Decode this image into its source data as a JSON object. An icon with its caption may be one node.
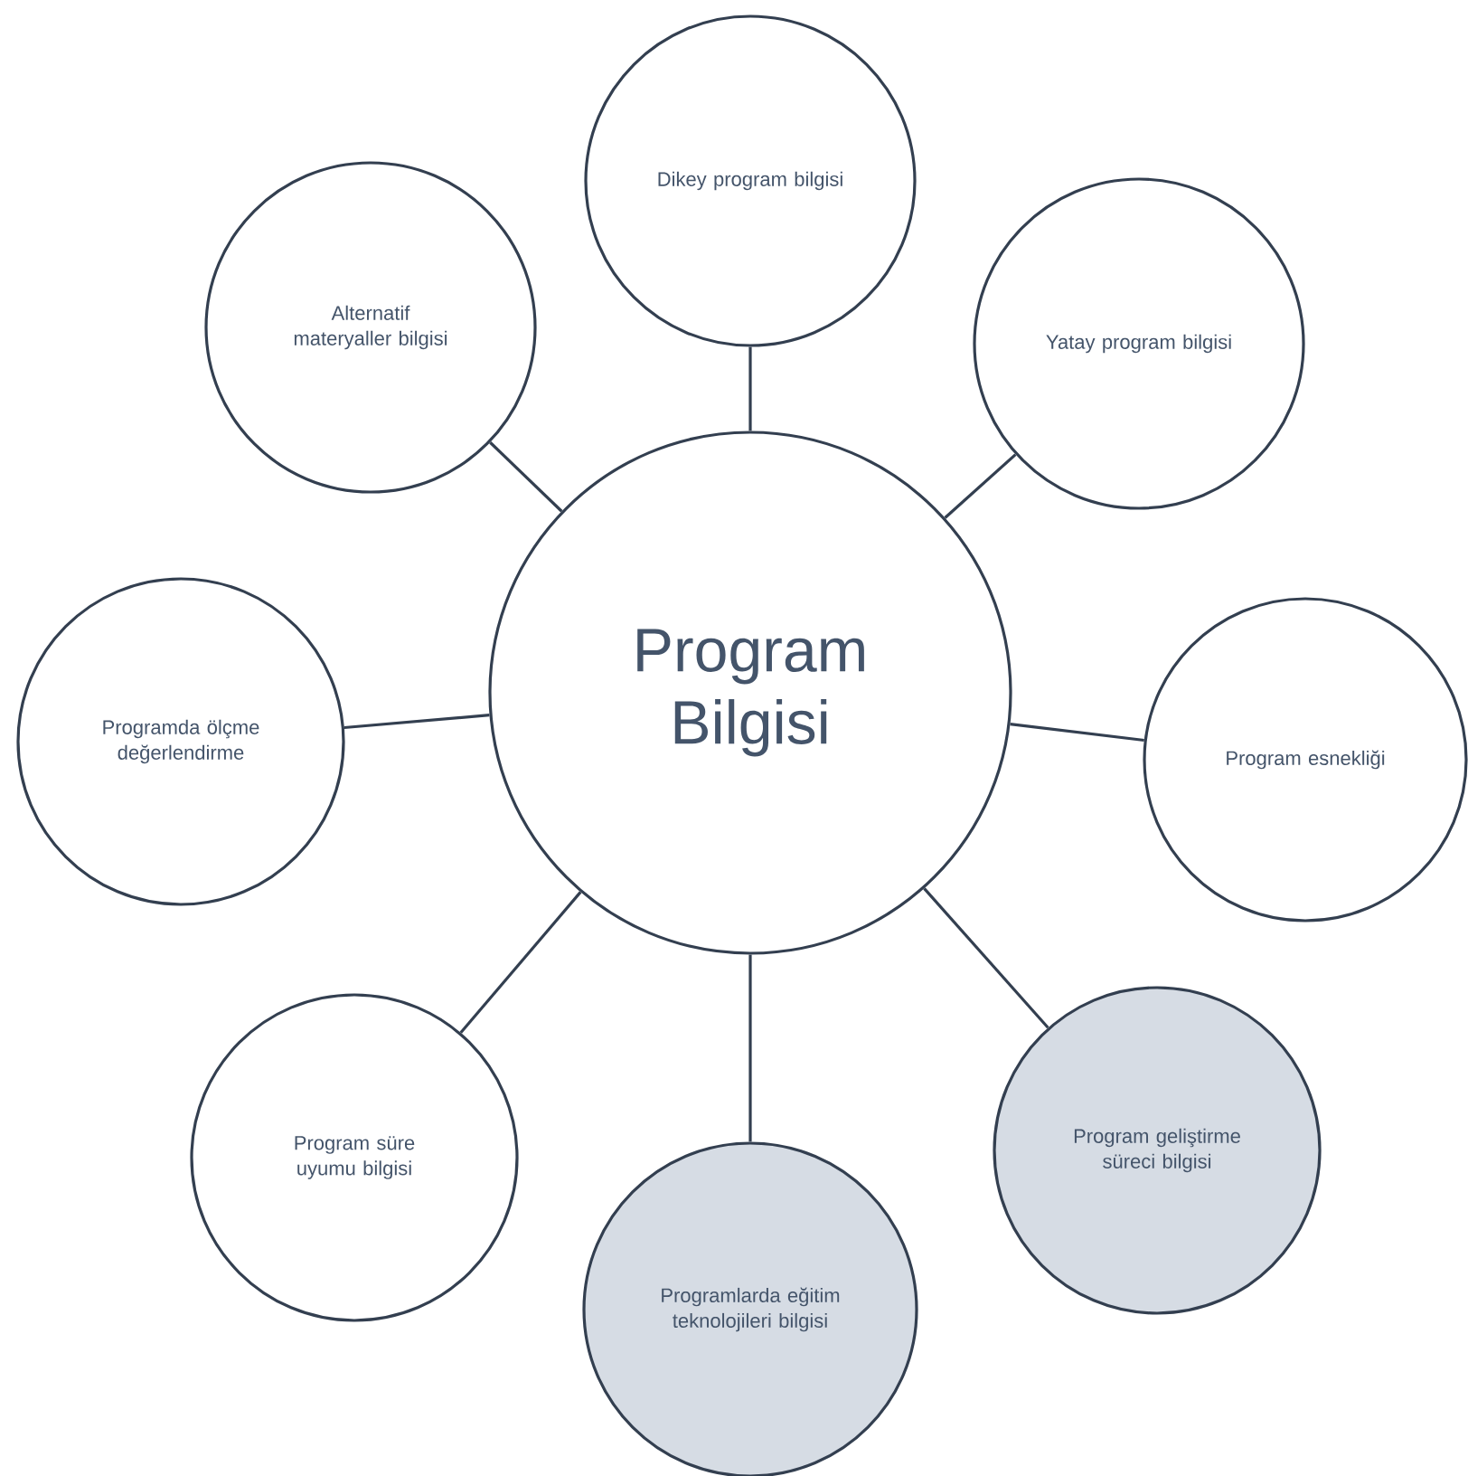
{
  "diagram": {
    "nodes": [
      {
        "text": [
          "Program Bilgisi"
        ]
      },
      {
        "text": [
          "Dikey program bilgisi"
        ]
      },
      {
        "text": [
          "Yatay program bilgisi"
        ]
      },
      {
        "text": [
          "Program esnekliği"
        ]
      },
      {
        "text": [
          "Program geliştirme süreci bilgisi"
        ]
      },
      {
        "text": [
          "Programlarda eğitim teknolojileri bilgisi"
        ]
      },
      {
        "text": [
          "Program süre uyumu bilgisi"
        ]
      },
      {
        "text": [
          "Programda ölçme değerlendirme"
        ]
      },
      {
        "text": [
          "Alternatif materyaller bilgisi"
        ]
      }
    ],
    "edges": [
      {
        "from": 0,
        "to": 1,
        "arrow": "none"
      },
      {
        "from": 0,
        "to": 2,
        "arrow": "none"
      },
      {
        "from": 0,
        "to": 3,
        "arrow": "none"
      },
      {
        "from": 0,
        "to": 4,
        "arrow": "none"
      },
      {
        "from": 0,
        "to": 5,
        "arrow": "none"
      },
      {
        "from": 0,
        "to": 6,
        "arrow": "none"
      },
      {
        "from": 0,
        "to": 7,
        "arrow": "none"
      },
      {
        "from": 0,
        "to": 8,
        "arrow": "none"
      }
    ]
  }
}
